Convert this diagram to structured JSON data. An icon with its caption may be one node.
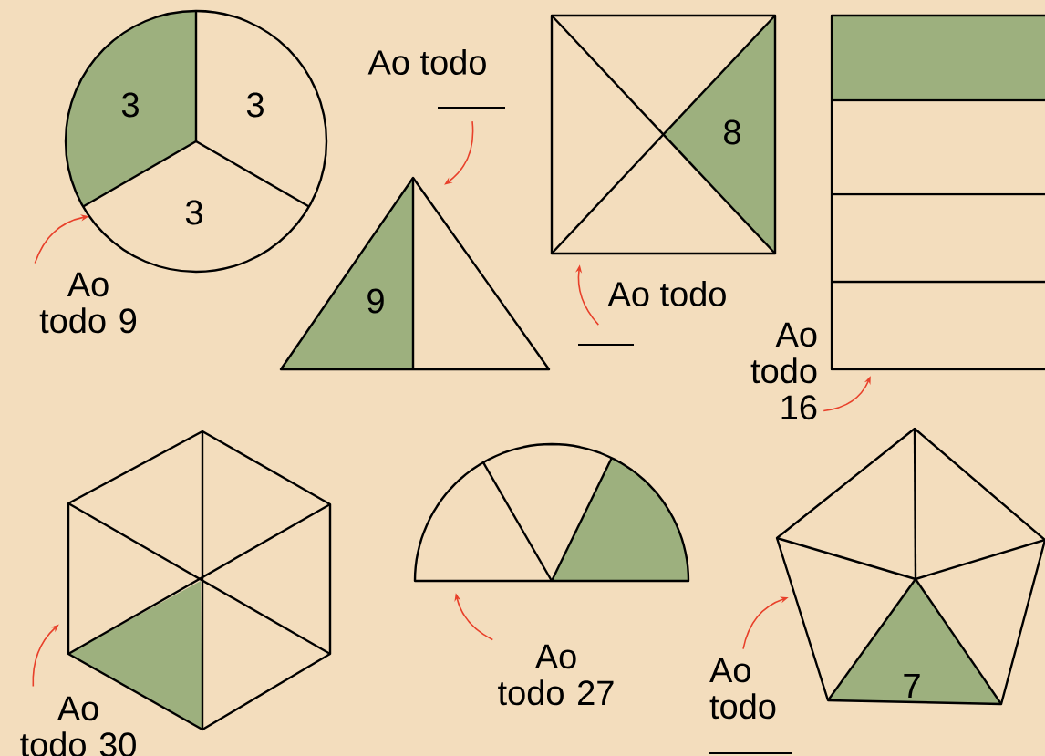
{
  "diagram": {
    "nodes": [
      {
        "text": [
          "3",
          "3",
          "3"
        ]
      },
      {
        "text": [
          "Ao todo 9"
        ]
      },
      {
        "text": [
          "Ao todo"
        ]
      },
      {
        "text": [
          "9"
        ]
      },
      {
        "text": [
          "8"
        ]
      },
      {
        "text": [
          "Ao todo"
        ]
      },
      {
        "text": [],
        "shape": "box"
      },
      {
        "text": [
          "Ao todo 16"
        ]
      },
      {
        "text": [],
        "shape": "hexagon"
      },
      {
        "text": [
          "Ao todo 30"
        ]
      },
      {
        "text": [],
        "shape": "semicircle"
      },
      {
        "text": [
          "Ao todo 27"
        ]
      },
      {
        "text": [
          "7"
        ]
      },
      {
        "text": [
          "Ao todo"
        ]
      }
    ],
    "edges": [
      {
        "from": 1,
        "to": 0,
        "arrow": "to"
      },
      {
        "from": 2,
        "to": 3,
        "arrow": "to"
      },
      {
        "from": 5,
        "to": 4,
        "arrow": "to"
      },
      {
        "from": 7,
        "to": 6,
        "arrow": "to"
      },
      {
        "from": 9,
        "to": 8,
        "arrow": "to"
      },
      {
        "from": 11,
        "to": 10,
        "arrow": "to"
      },
      {
        "from": 13,
        "to": 12,
        "arrow": "to"
      }
    ]
  }
}
